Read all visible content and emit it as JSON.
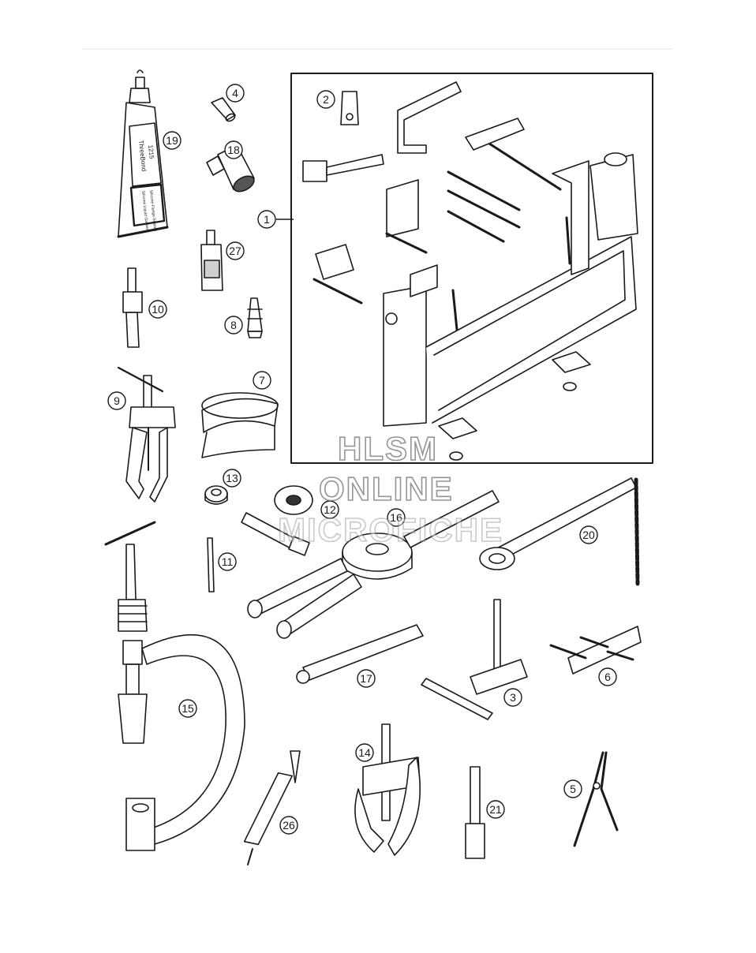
{
  "tube_label": {
    "brand": "ThreeBond",
    "code": "1215",
    "desc1": "Silicone Liquid Gasket",
    "desc2": "Silicone Flange Sealant"
  },
  "callouts": [
    {
      "id": "callout-1",
      "label": "1"
    },
    {
      "id": "callout-2",
      "label": "2"
    },
    {
      "id": "callout-3",
      "label": "3"
    },
    {
      "id": "callout-4",
      "label": "4"
    },
    {
      "id": "callout-5",
      "label": "5"
    },
    {
      "id": "callout-6",
      "label": "6"
    },
    {
      "id": "callout-7",
      "label": "7"
    },
    {
      "id": "callout-8",
      "label": "8"
    },
    {
      "id": "callout-9",
      "label": "9"
    },
    {
      "id": "callout-10",
      "label": "10"
    },
    {
      "id": "callout-11",
      "label": "11"
    },
    {
      "id": "callout-12",
      "label": "12"
    },
    {
      "id": "callout-13",
      "label": "13"
    },
    {
      "id": "callout-14",
      "label": "14"
    },
    {
      "id": "callout-15",
      "label": "15"
    },
    {
      "id": "callout-16",
      "label": "16"
    },
    {
      "id": "callout-17",
      "label": "17"
    },
    {
      "id": "callout-18",
      "label": "18"
    },
    {
      "id": "callout-19",
      "label": "19"
    },
    {
      "id": "callout-20",
      "label": "20"
    },
    {
      "id": "callout-21",
      "label": "21"
    },
    {
      "id": "callout-26",
      "label": "26"
    },
    {
      "id": "callout-27",
      "label": "27"
    }
  ],
  "watermark": {
    "line1": "HLSM",
    "line2": "ONLINE",
    "line3": "MICROFICHE"
  },
  "colors": {
    "ink": "#1a1a1a",
    "paper": "#ffffff",
    "rule": "#e6e6e6",
    "watermark_outline": "#8a8a8a"
  }
}
